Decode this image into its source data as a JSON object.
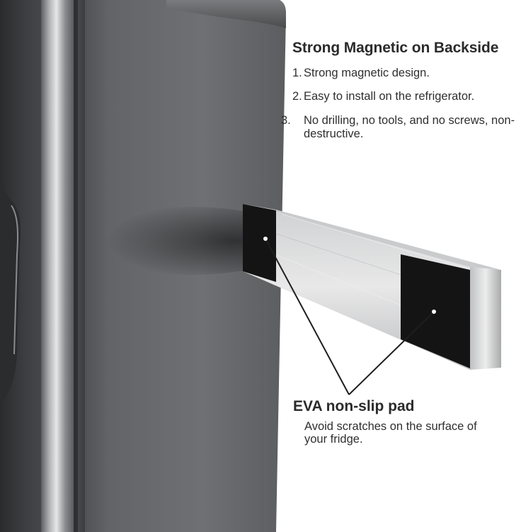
{
  "header": {
    "title": "Strong Magnetic on Backside"
  },
  "features": [
    {
      "num": "1.",
      "text": "Strong magnetic design."
    },
    {
      "num": "2.",
      "text": "Easy to install on the refrigerator."
    },
    {
      "num": "3.",
      "text": "No drilling, no tools, and no screws, non-destructive."
    }
  ],
  "callout": {
    "title": "EVA non-slip pad",
    "description": "Avoid scratches on the surface of your fridge."
  },
  "colors": {
    "fridge_dark": "#3a3b3d",
    "fridge_mid": "#67686b",
    "steel_light": "#d9d9d9",
    "pad_black": "#141414",
    "callout_line": "#1e1e1e"
  }
}
